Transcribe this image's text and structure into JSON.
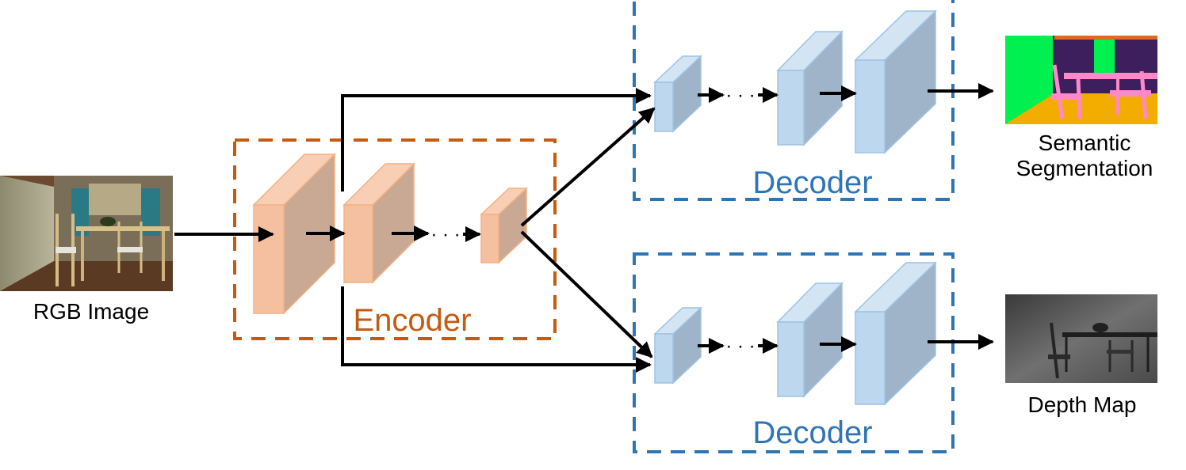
{
  "labels": {
    "rgb_image": "RGB Image",
    "encoder": "Encoder",
    "decoder_top": "Decoder",
    "decoder_bottom": "Decoder",
    "semantic_line1": "Semantic",
    "semantic_line2": "Segmentation",
    "depth_map": "Depth Map",
    "ellipsis": "· · ·"
  },
  "colors": {
    "encoder_accent": "#c55a11",
    "decoder_accent": "#2e75b6",
    "encoder_block_front": "#f4c0a0",
    "encoder_block_side": "#c9a894",
    "decoder_block_front": "#bdd7ee",
    "decoder_block_side": "#9fb4c9",
    "arrow": "#000000"
  }
}
